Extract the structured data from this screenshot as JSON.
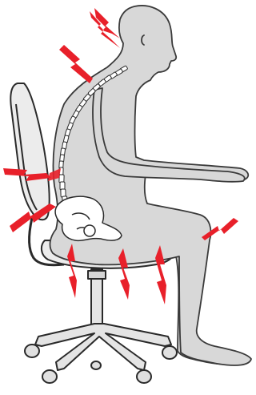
{
  "illustration": {
    "subject": "seated-person-poor-posture",
    "colors": {
      "body_fill": "#d8d8d8",
      "body_stroke": "#3a3a3a",
      "chair_fill": "#ececec",
      "chair_stroke": "#2a2a2a",
      "spine_fill": "#ffffff",
      "pain_color": "#e8202a",
      "background": "#ffffff"
    },
    "icons": [
      "chair-icon",
      "person-silhouette-icon",
      "spine-icon",
      "pelvis-icon",
      "pain-bolt-icon"
    ],
    "pain_marker_count": 9,
    "vertebra_count": 24
  }
}
